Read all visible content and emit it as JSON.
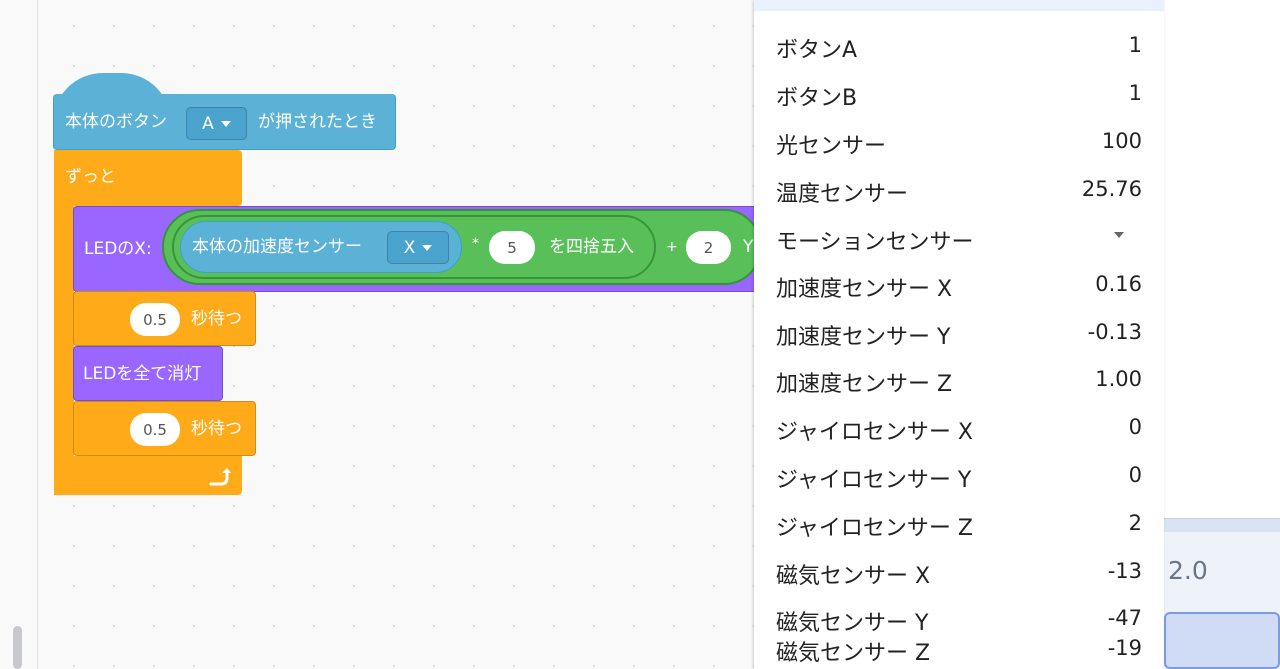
{
  "blocks": {
    "hat": {
      "label_before": "本体のボタン",
      "dropdown_value": "A",
      "label_after": "が押されたとき"
    },
    "forever": {
      "label": "ずっと"
    },
    "led_x": {
      "label": "LEDのX:",
      "reporter_label": "本体の加速度センサー",
      "axis_value": "X",
      "multiply_op": "*",
      "multiply_value": "5",
      "round_label": "を四捨五入",
      "add_op": "+",
      "add_value": "2",
      "trailing_label": "Y"
    },
    "wait1": {
      "value": "0.5",
      "label": "秒待つ"
    },
    "led_clear": {
      "label": "LEDを全て消灯"
    },
    "wait2": {
      "value": "0.5",
      "label": "秒待つ"
    }
  },
  "monitor": {
    "rows": [
      {
        "label": "ボタンA",
        "value": "1"
      },
      {
        "label": "ボタンB",
        "value": "1"
      },
      {
        "label": "光センサー",
        "value": "100"
      },
      {
        "label": "温度センサー",
        "value": "25.76"
      },
      {
        "label": "モーションセンサー",
        "value": ""
      },
      {
        "label": "加速度センサー X",
        "value": "0.16"
      },
      {
        "label": "加速度センサー Y",
        "value": "-0.13"
      },
      {
        "label": "加速度センサー Z",
        "value": "1.00"
      },
      {
        "label": "ジャイロセンサー X",
        "value": "0"
      },
      {
        "label": "ジャイロセンサー Y",
        "value": "0"
      },
      {
        "label": "ジャイロセンサー Z",
        "value": "2"
      },
      {
        "label": "磁気センサー X",
        "value": "-13"
      },
      {
        "label": "磁気センサー Y",
        "value": "-47"
      },
      {
        "label": "磁気センサー Z",
        "value": "-19"
      }
    ]
  },
  "right_panel": {
    "label": "2.0"
  },
  "icons": {
    "dropdown": "caret-down-icon",
    "loop": "loop-arrow-icon"
  },
  "colors": {
    "events": "#5cb1d6",
    "control": "#ffab19",
    "looks": "#9966ff",
    "operators": "#59c059"
  }
}
